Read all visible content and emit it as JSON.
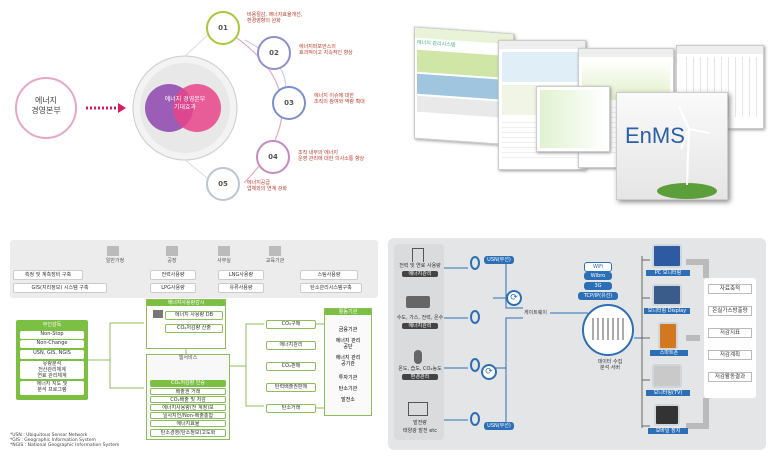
{
  "top_left": {
    "left_circle_label": "에너지\n경영본부",
    "center_label": "에너지 경영본부\n기대효과",
    "items": [
      {
        "num": "01",
        "text": "비용절감, 에너지효율개선,\n환경영향의 완화"
      },
      {
        "num": "02",
        "text": "에너지퍼포먼스의\n효과적이고 지속적인 향상"
      },
      {
        "num": "03",
        "text": "에너지 이슈에 대한\n조직의 참여와 역량 확대"
      },
      {
        "num": "04",
        "text": "조직 내부의 에너지\n운영 관리에 대한 의사소통 향상"
      },
      {
        "num": "05",
        "text": "에너지공급\n업체와의 연계 강화"
      }
    ],
    "colors": {
      "pink": "#d81b60",
      "purple": "#8e44ad",
      "green": "#a5c93a",
      "blue": "#3f51b5"
    }
  },
  "top_right": {
    "logo_text": "EnMS",
    "screenshot_titles": [
      "에너지 관리시스템",
      "",
      "",
      ""
    ]
  },
  "bottom_left": {
    "categories": [
      "일반가정",
      "공장",
      "사무실",
      "교육기관"
    ],
    "row1": [
      "측정 및 계측장비 구축",
      "전력사용량",
      "LNG사용량",
      "스팀사용량"
    ],
    "row2": [
      "GIS(지리정보) 시스템 구축",
      "LPG사용량",
      "유류사용량",
      "탄소관리시스템구축"
    ],
    "left_panel": {
      "title": "무인감독",
      "lines": [
        "Non-Stop",
        "Non-Change",
        "USN, GIS, NGIS",
        "유량분석\n전산관리체계\n연료 관리체계",
        "에너지 지도 및\n분석 프로그램"
      ]
    },
    "center_top": {
      "header": "에너지사용량감시",
      "items": [
        "에너지 사용량 DB",
        "CO₂저감량 산출"
      ]
    },
    "center_bottom": {
      "header": "웹서비스",
      "sub": "CO₂저감량 인증",
      "items": [
        "배출권 거래",
        "CO₂배출 및 저감",
        "에너지사용량(전 계정)보",
        "일사지언/Non-배출총합",
        "에너지효율",
        "탄소경영(탄소정보)고도화"
      ]
    },
    "right_list": [
      "CO₂구매",
      "에너지관리",
      "CO₂판매",
      "탄력배출권판매",
      "탄소거래"
    ],
    "right_panel": {
      "header": "활동기관",
      "items": [
        "금융기관",
        "에너지 관리\n공단",
        "에너지 관리\n공기관",
        "투자기관",
        "탄소기관",
        "발전소"
      ]
    },
    "footnotes": [
      "*USN : Ubiquitous Sensor Network",
      "*GIS : Geographic Information System",
      "*NGIS : National Geographic Information System"
    ]
  },
  "bottom_right": {
    "sensors": [
      {
        "label": "전력 및 연료 사용량",
        "sub": "에너지관리"
      },
      {
        "label": "수도, 가스, 전력, 온수",
        "sub": "에너지관리"
      },
      {
        "label": "온도, 습도, CO₂농도",
        "sub": "환경관리"
      },
      {
        "label": "발전량",
        "sub": "태양광 발전 etc"
      }
    ],
    "usn_label": "USN(무선)",
    "gateway_label": "게이트웨이",
    "network": [
      "WiFi",
      "Wibro",
      "3G",
      "TCP/IP(유선)"
    ],
    "server_label": "데이터 수집\n분석 서버",
    "devices": [
      "PC 모니터링",
      "모니터링 Display",
      "스마트폰",
      "모니터링(TV)",
      "모바일 장치"
    ],
    "results": [
      "자료축적",
      "온실가스방출량",
      "저감지표",
      "저감계획",
      "저감활동결과"
    ]
  }
}
